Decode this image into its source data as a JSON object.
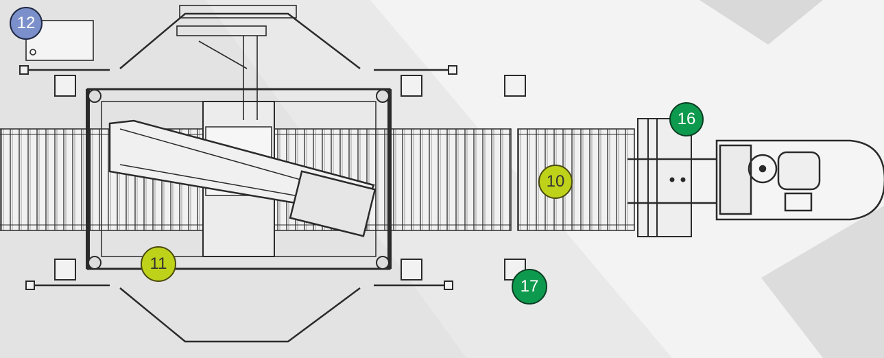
{
  "callouts": {
    "c10": "10",
    "c11": "11",
    "c12": "12",
    "c16": "16",
    "c17": "17"
  },
  "colors": {
    "background": "#e9e9e9",
    "line": "#2a2a2a",
    "olive": "#bfd21a",
    "green": "#0e9a4e",
    "blue": "#7b8fcb"
  }
}
